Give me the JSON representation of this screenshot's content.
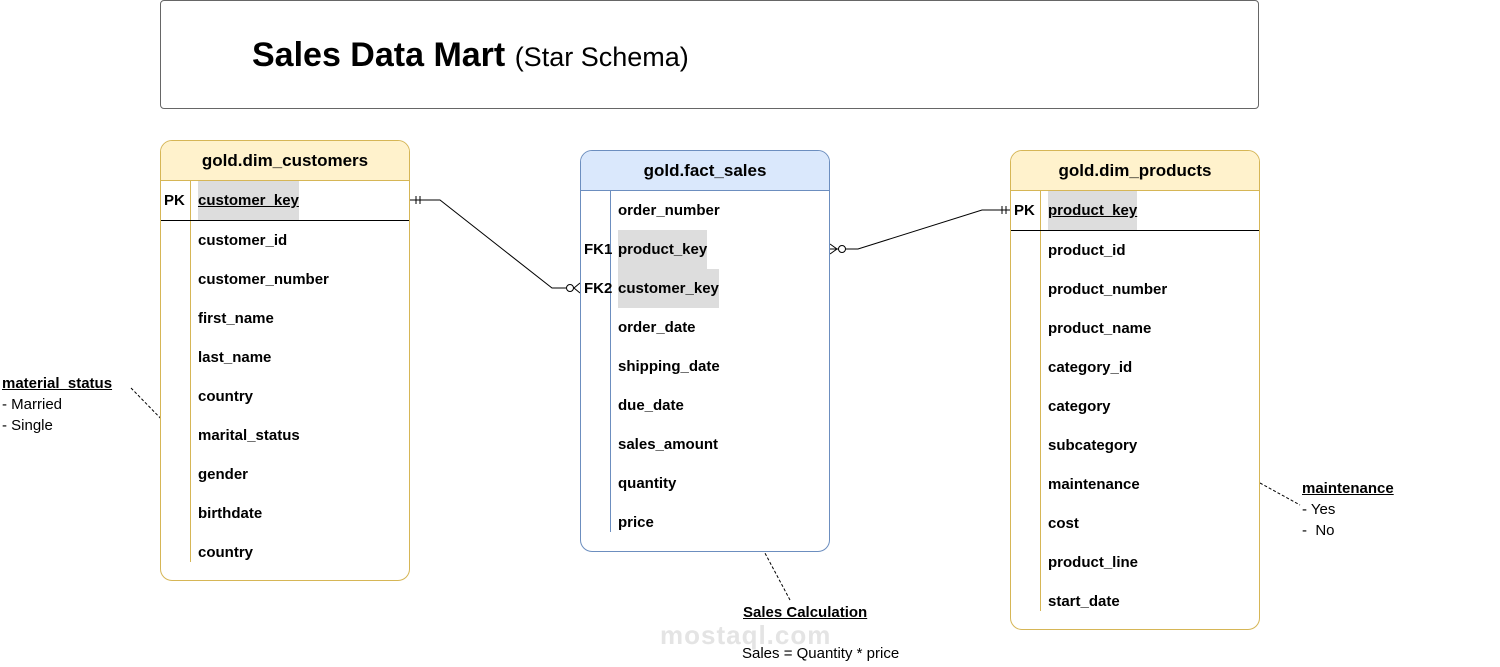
{
  "title": {
    "main": "Sales Data Mart",
    "sub": "(Star Schema)"
  },
  "customers": {
    "name": "gold.dim_customers",
    "pk_label": "PK",
    "pk": "customer_key",
    "fields": [
      "customer_id",
      "customer_number",
      "first_name",
      "last_name",
      "country",
      "marital_status",
      "gender",
      "birthdate",
      "country"
    ]
  },
  "fact": {
    "name": "gold.fact_sales",
    "rows": [
      {
        "k": "",
        "f": "order_number"
      },
      {
        "k": "FK1",
        "f": "product_key"
      },
      {
        "k": "FK2",
        "f": "customer_key"
      },
      {
        "k": "",
        "f": "order_date"
      },
      {
        "k": "",
        "f": "shipping_date"
      },
      {
        "k": "",
        "f": "due_date"
      },
      {
        "k": "",
        "f": "sales_amount"
      },
      {
        "k": "",
        "f": "quantity"
      },
      {
        "k": "",
        "f": "price"
      }
    ]
  },
  "products": {
    "name": "gold.dim_products",
    "pk_label": "PK",
    "pk": "product_key",
    "fields": [
      "product_id",
      "product_number",
      "product_name",
      "category_id",
      "category",
      "subcategory",
      "maintenance",
      "cost",
      "product_line",
      "start_date"
    ]
  },
  "notes": {
    "marital": {
      "title": "material_status",
      "lines": [
        "- Married",
        "- Single"
      ]
    },
    "maintenance": {
      "title": "maintenance",
      "lines": [
        "- Yes",
        "-  No"
      ]
    },
    "sales": {
      "title": "Sales Calculation",
      "formula": "Sales = Quantity * price"
    }
  },
  "watermark": "mostaql.com"
}
